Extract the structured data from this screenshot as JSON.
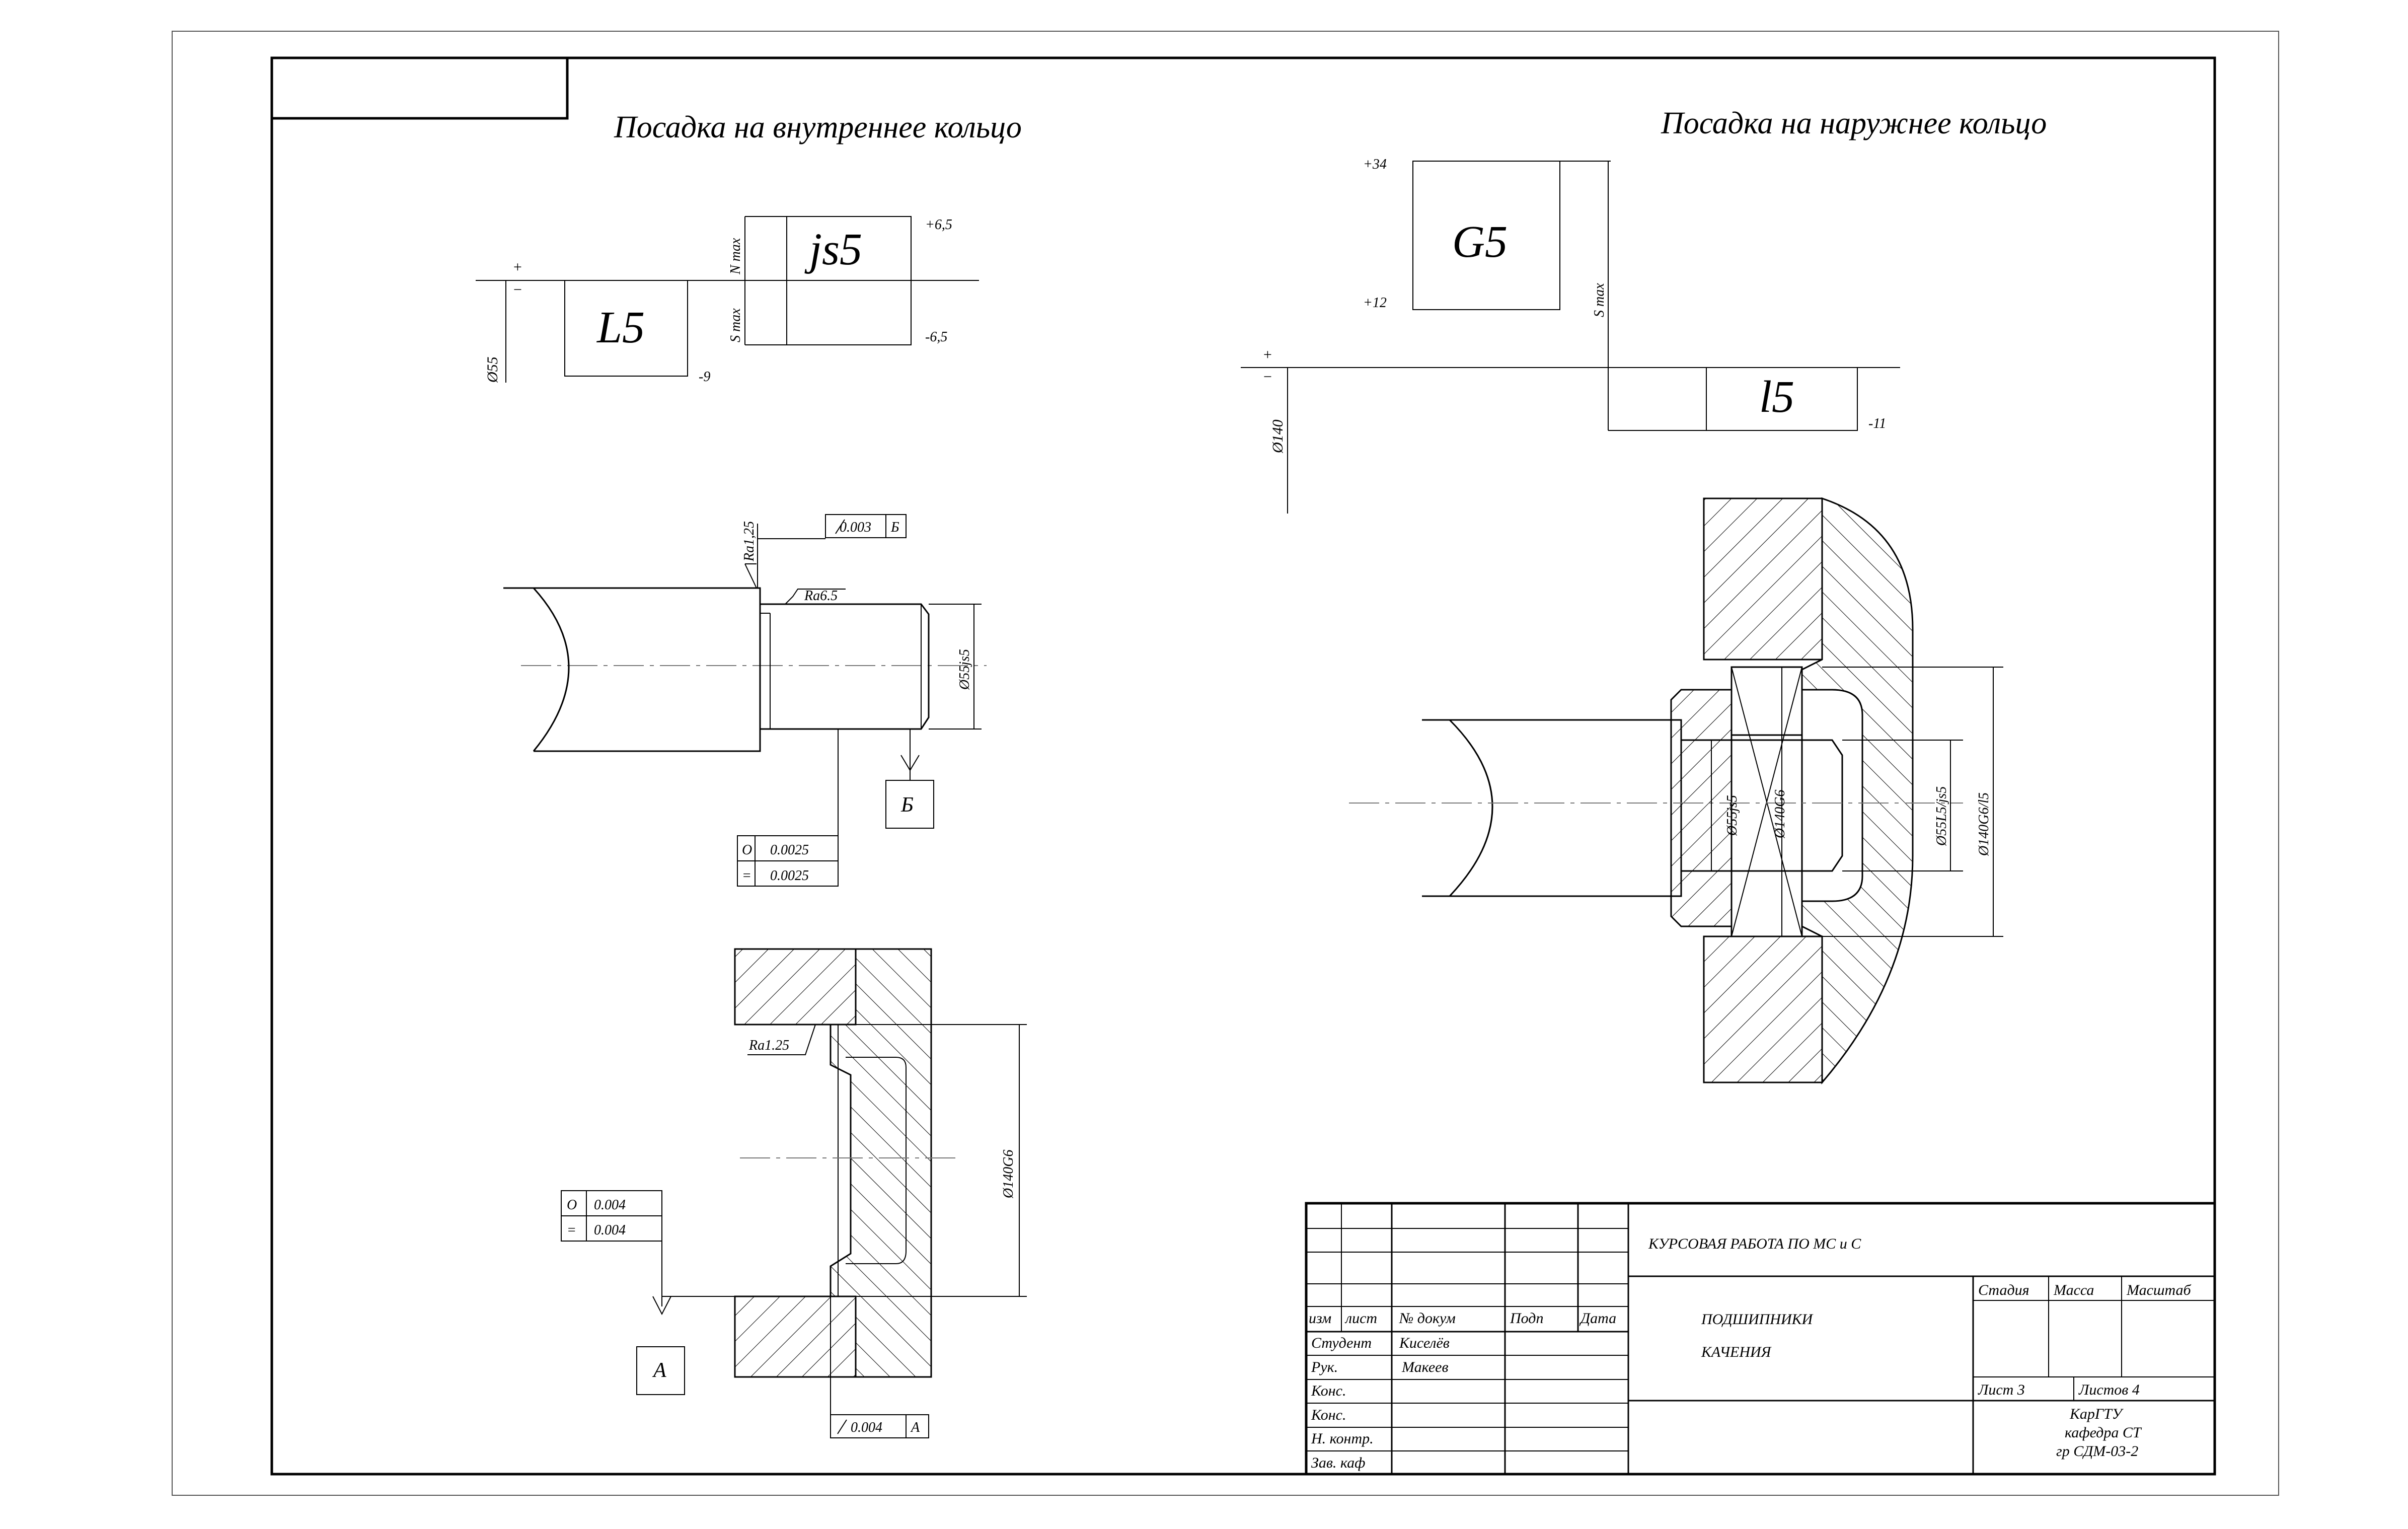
{
  "fit_inner": {
    "title": "Посадка на внутреннее кольцо",
    "hole_field": "L5",
    "shaft_field": "js5",
    "plus": "+",
    "minus": "−",
    "dev_shaft_upper": "+6,5",
    "dev_shaft_lower": "-6,5",
    "dev_hole_lower": "-9",
    "n_max": "N max",
    "s_max": "S max",
    "diameter": "Ø55"
  },
  "fit_outer": {
    "title": "Посадка на наружнее кольцо",
    "hole_field": "G5",
    "shaft_field": "l5",
    "plus": "+",
    "minus": "−",
    "dev_hole_upper": "+34",
    "dev_hole_lower": "+12",
    "dev_shaft_lower": "-11",
    "s_max": "S max",
    "diameter": "Ø140"
  },
  "shaft_drawing": {
    "roughness_shoulder": "Ra1,25",
    "roughness_journal": "Ra6.5",
    "runout_value": "0.003",
    "runout_base": "Б",
    "base_label": "Б",
    "diameter": "Ø55js5",
    "roundness": "0.0025",
    "roundness_symbol": "O",
    "profile": "0.0025",
    "profile_symbol": "="
  },
  "housing_drawing": {
    "roughness": "Ra1.25",
    "diameter": "Ø140G6",
    "roundness": "0.004",
    "roundness_symbol": "O",
    "profile": "0.004",
    "profile_symbol": "=",
    "base_label": "A",
    "runout_value": "0.004",
    "runout_base": "A"
  },
  "assembly": {
    "dim_shaft": "Ø55js5",
    "dim_housing": "Ø140G6",
    "dim_fit_inner": "Ø55L5/js5",
    "dim_fit_outer": "Ø140G6/l5"
  },
  "title_block": {
    "work_title": "КУРСОВАЯ РАБОТА ПО МС и С",
    "subject_line1": "ПОДШИПНИКИ",
    "subject_line2": "КАЧЕНИЯ",
    "col_izm": "изм",
    "col_list": "лист",
    "col_doc": "№ докум",
    "col_sign": "Подп",
    "col_date": "Дата",
    "row_student": "Студент",
    "row_student_name": "Киселёв",
    "row_ruk": "Рук.",
    "row_ruk_name": "Макеев",
    "row_kons1": "Конс.",
    "row_kons2": "Конс.",
    "row_ncontr": "Н. контр.",
    "row_zav": "Зав. каф",
    "stage": "Стадия",
    "mass": "Масса",
    "scale": "Масштаб",
    "sheet": "Лист 3",
    "sheets": "Листов 4",
    "org1": "КарГТУ",
    "org2": "кафедра СТ",
    "org3": "гр СДМ-03-2"
  }
}
